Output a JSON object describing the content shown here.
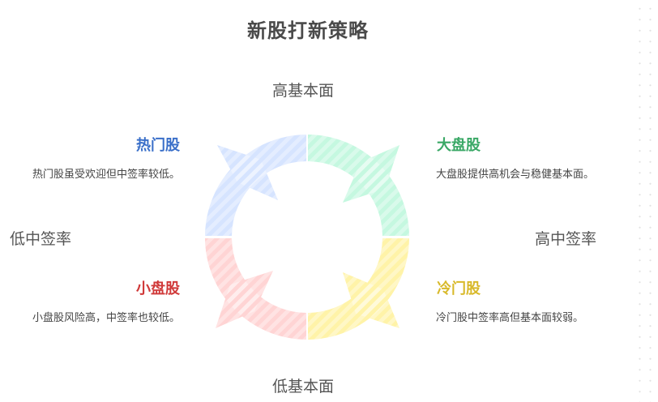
{
  "title": "新股打新策略",
  "axes": {
    "top": "高基本面",
    "bottom": "低基本面",
    "left": "低中签率",
    "right": "高中签率"
  },
  "quadrants": [
    {
      "id": "hot",
      "title": "热门股",
      "description": "热门股虽受欢迎但中签率较低。",
      "color": "#3a6fc9",
      "fill": "#d6e4ff"
    },
    {
      "id": "large",
      "title": "大盘股",
      "description": "大盘股提供高机会与稳健基本面。",
      "color": "#3aa866",
      "fill": "#c5f8e0"
    },
    {
      "id": "small",
      "title": "小盘股",
      "description": "小盘股风险高，中签率也较低。",
      "color": "#d03a3a",
      "fill": "#ffd4d4"
    },
    {
      "id": "cold",
      "title": "冷门股",
      "description": "冷门股中签率高但基本面较弱。",
      "color": "#d8b92a",
      "fill": "#fff3a8"
    }
  ]
}
